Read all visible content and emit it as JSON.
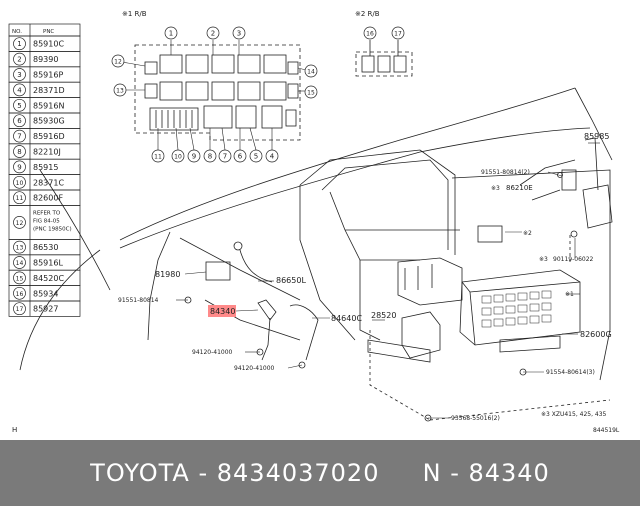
{
  "table": {
    "header_no": "NO.",
    "header_pnc": "PNC",
    "rows": [
      {
        "no": "1",
        "pnc": "85910C"
      },
      {
        "no": "2",
        "pnc": "89390"
      },
      {
        "no": "3",
        "pnc": "85916P"
      },
      {
        "no": "4",
        "pnc": "28371D"
      },
      {
        "no": "5",
        "pnc": "85916N"
      },
      {
        "no": "6",
        "pnc": "85930G"
      },
      {
        "no": "7",
        "pnc": "85916D"
      },
      {
        "no": "8",
        "pnc": "82210J"
      },
      {
        "no": "9",
        "pnc": "85915"
      },
      {
        "no": "10",
        "pnc": "28371C"
      },
      {
        "no": "11",
        "pnc": "82600F"
      },
      {
        "no": "12",
        "pnc": "REFER TO\nFIG 84-05\n(PNC 19850C)"
      },
      {
        "no": "13",
        "pnc": "86530"
      },
      {
        "no": "14",
        "pnc": "85916L"
      },
      {
        "no": "15",
        "pnc": "84520C"
      },
      {
        "no": "16",
        "pnc": "85934"
      },
      {
        "no": "17",
        "pnc": "85927"
      }
    ]
  },
  "relay_block_1": {
    "title": "※1 R/B",
    "callouts_top": [
      "1",
      "2",
      "3"
    ],
    "callouts_left": [
      "12",
      "13"
    ],
    "callouts_right": [
      "14",
      "15"
    ],
    "callouts_bottom": [
      "11",
      "10",
      "9",
      "8",
      "7",
      "6",
      "5",
      "4"
    ]
  },
  "relay_block_2": {
    "title": "※2 R/B",
    "callouts": [
      "16",
      "17"
    ]
  },
  "labels": {
    "p85985": "85985",
    "p91551_2": "91551-80814(2)",
    "p86210e": "86210E",
    "p86210e_mark": "※3",
    "mark2": "※2",
    "p90119": "90119-06022",
    "p90119_mark": "※3",
    "mark1": "※1",
    "p81980": "81980",
    "p86650l": "86650L",
    "p91551": "91551-80814",
    "p84340": "84340",
    "p84640c": "84640C",
    "p28520": "28520",
    "p82600g": "82600G",
    "p94120_a": "94120-41000",
    "p94120_b": "94120-41000",
    "p91554": "91554-80614(3)",
    "p93568": "93568-55016(2)",
    "note": "※3 XZU415, 425, 435",
    "fig": "844519L",
    "corner": "H"
  },
  "banner": {
    "text": "TOYOTA - 8434037020     N - 84340"
  },
  "colors": {
    "highlight": "#ff8a8a",
    "banner": "#7a7a7a",
    "ink": "#222222"
  }
}
